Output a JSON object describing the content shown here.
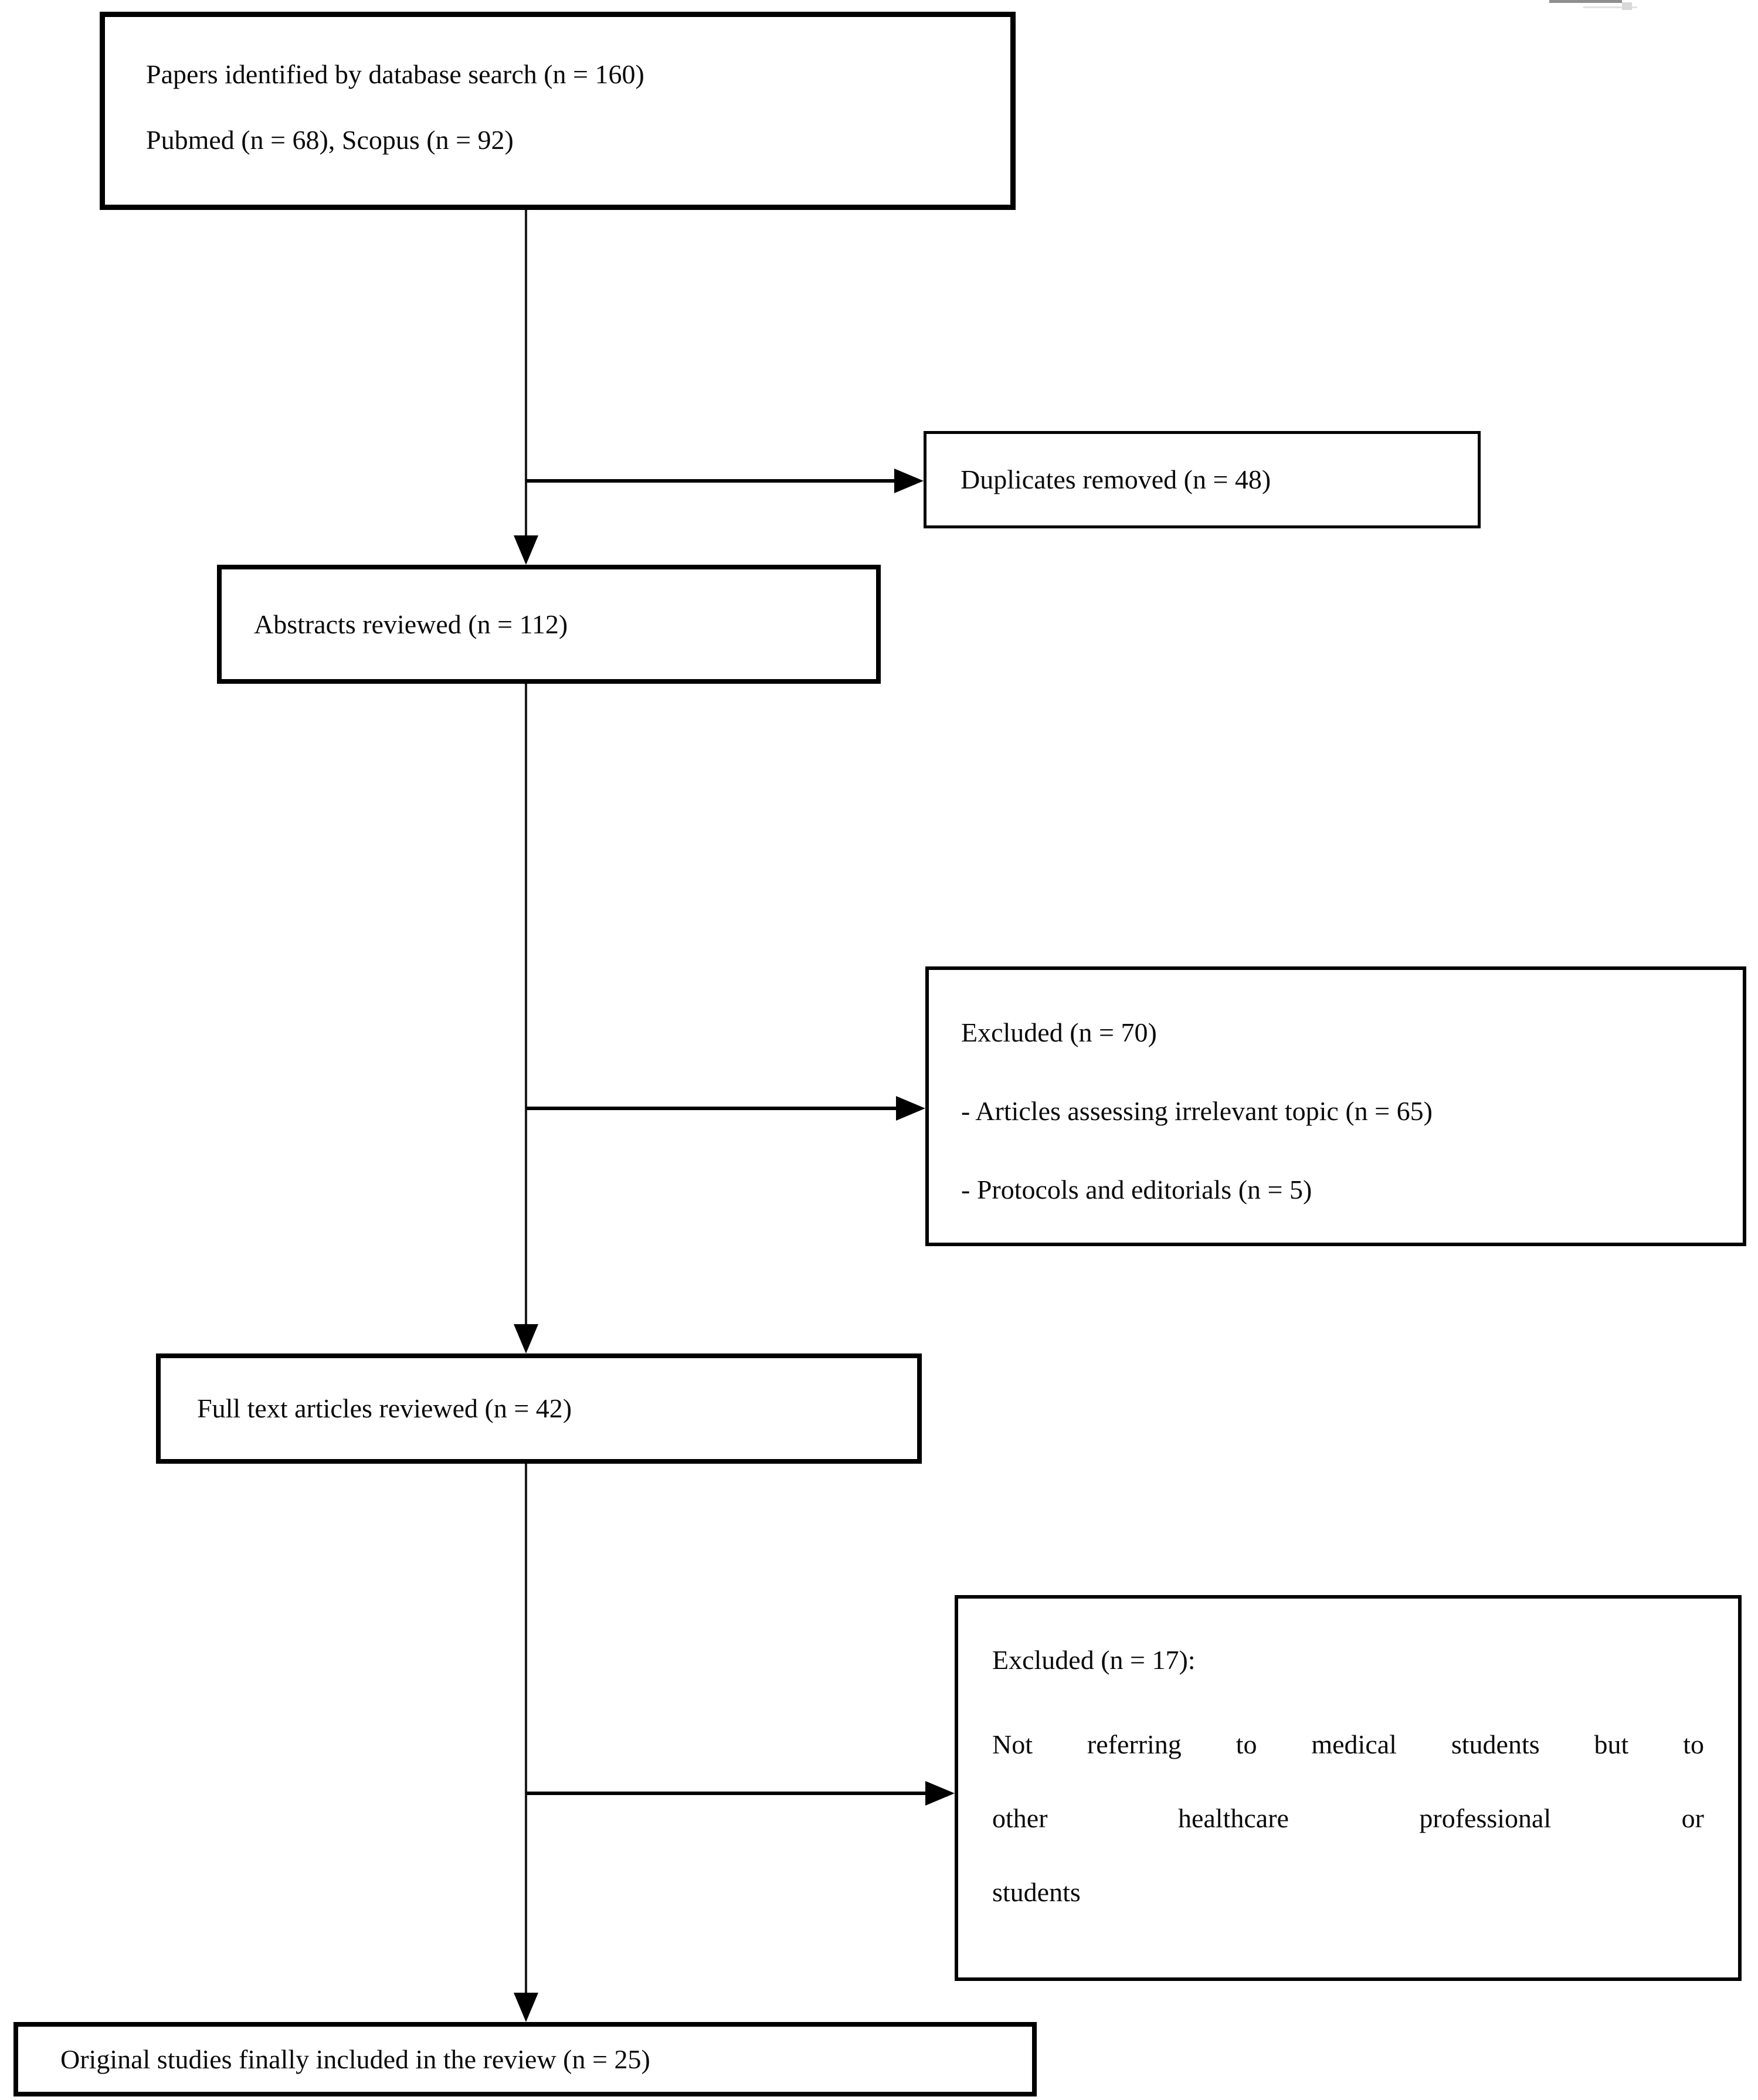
{
  "figure": {
    "kind": "study-selection-flow-diagram",
    "colors": {
      "background": "#ffffff",
      "line": "#000000",
      "border": "#000000",
      "text": "#0a0a0a",
      "artifact_gray": "#8f8f8f"
    }
  },
  "boxes": {
    "identified": {
      "line1": "Papers identified by database search (n = 160)",
      "line2": "Pubmed (n = 68), Scopus (n = 92)"
    },
    "duplicates_removed": {
      "text": "Duplicates removed (n = 48)"
    },
    "abstracts_reviewed": {
      "text": "Abstracts reviewed (n = 112)"
    },
    "excluded_abstracts": {
      "title": "Excluded (n = 70)",
      "items": [
        "- Articles assessing irrelevant topic (n = 65)",
        "- Protocols and editorials (n = 5)"
      ]
    },
    "full_text_reviewed": {
      "text": "Full text articles reviewed (n = 42)"
    },
    "excluded_full_text": {
      "title": "Excluded (n = 17):",
      "body_lines": [
        "Not referring to medical students but to",
        "other healthcare professional or",
        "students"
      ]
    },
    "included": {
      "text": "Original studies finally included in the review (n = 25)"
    }
  }
}
